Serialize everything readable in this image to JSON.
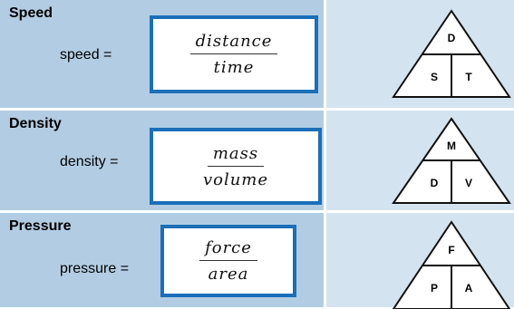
{
  "rows": [
    {
      "title": "Speed",
      "lhs": "speed =",
      "numerator": "distance",
      "denominator": "time",
      "triangle": {
        "top": "D",
        "left": "S",
        "right": "T"
      }
    },
    {
      "title": "Density",
      "lhs": "density =",
      "numerator": "mass",
      "denominator": "volume",
      "triangle": {
        "top": "M",
        "left": "D",
        "right": "V"
      }
    },
    {
      "title": "Pressure",
      "lhs": "pressure =",
      "numerator": "force",
      "denominator": "area",
      "triangle": {
        "top": "F",
        "left": "P",
        "right": "A"
      }
    }
  ],
  "colors": {
    "left_panel": "#b2cde3",
    "right_panel": "#d4e3f0",
    "box_border": "#1a6fb8"
  }
}
